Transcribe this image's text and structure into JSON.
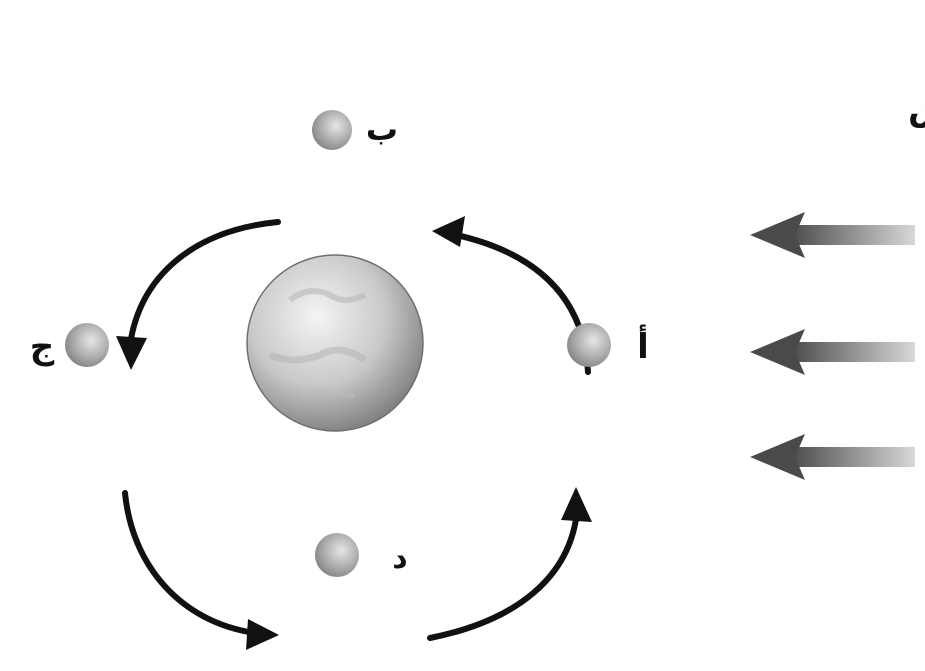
{
  "diagram": {
    "sun_rays_label": "أشعة الشمس",
    "positions": {
      "a": "أ",
      "b": "ب",
      "c": "ج",
      "d": "د"
    }
  },
  "colors": {
    "arrow": "#111111",
    "ray_dark": "#4a4a4a",
    "ray_light": "#d8d8d8",
    "earth_light": "#f4f4f4",
    "earth_dark": "#7a7a7a",
    "moon_light": "#e6e6e6",
    "moon_dark": "#7c7c7c"
  },
  "icons": {
    "earth": "earth-icon",
    "moon": "moon-icon",
    "orbit_arrow": "curved-arrow-icon",
    "sun_ray": "sun-ray-arrow-icon"
  }
}
